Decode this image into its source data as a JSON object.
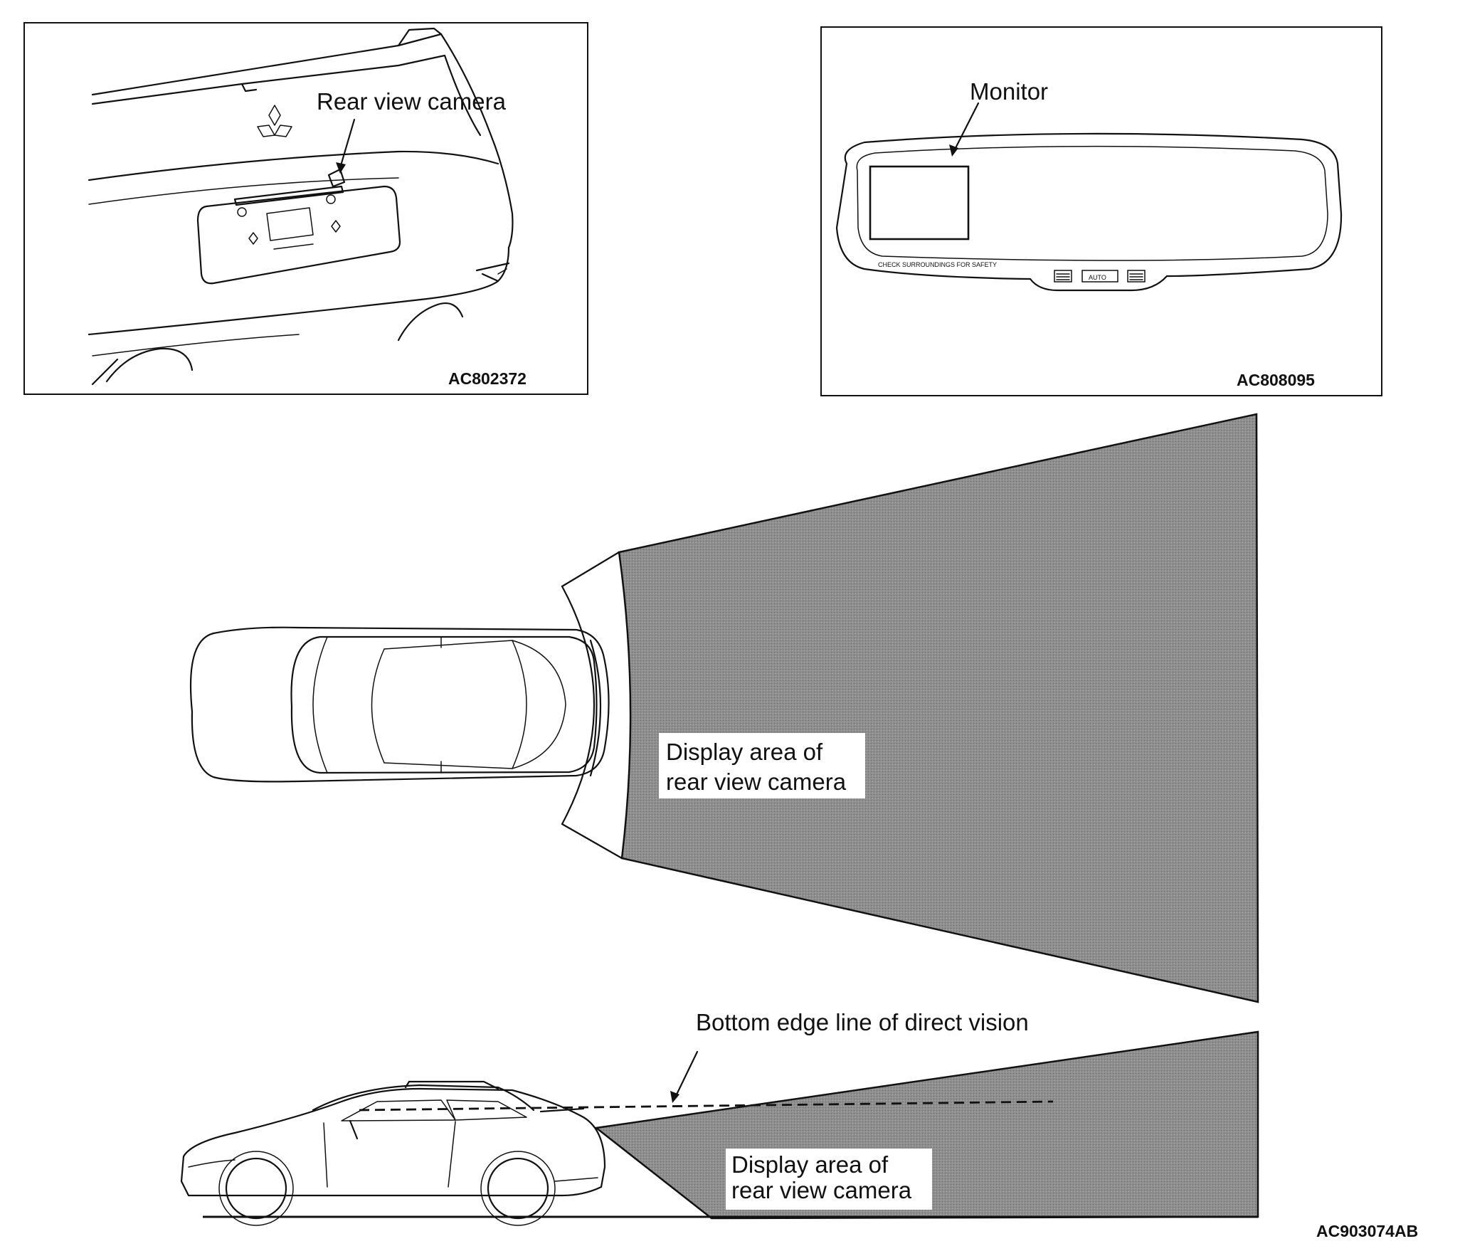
{
  "panels": {
    "camera": {
      "label": "Rear view camera",
      "code": "AC802372"
    },
    "monitor": {
      "label": "Monitor",
      "code": "AC808095",
      "mirror_text": "CHECK SURROUNDINGS FOR SAFETY",
      "button_label": "AUTO"
    }
  },
  "top_view": {
    "area_label_line1": "Display area of",
    "area_label_line2": "rear view camera"
  },
  "side_view": {
    "vision_line_label": "Bottom edge line of direct vision",
    "area_label_line1": "Display area of",
    "area_label_line2": "rear view camera"
  },
  "figure_code": "AC903074AB",
  "colors": {
    "line": "#111111",
    "area_fill": "#8e8e8e",
    "background": "#ffffff"
  }
}
